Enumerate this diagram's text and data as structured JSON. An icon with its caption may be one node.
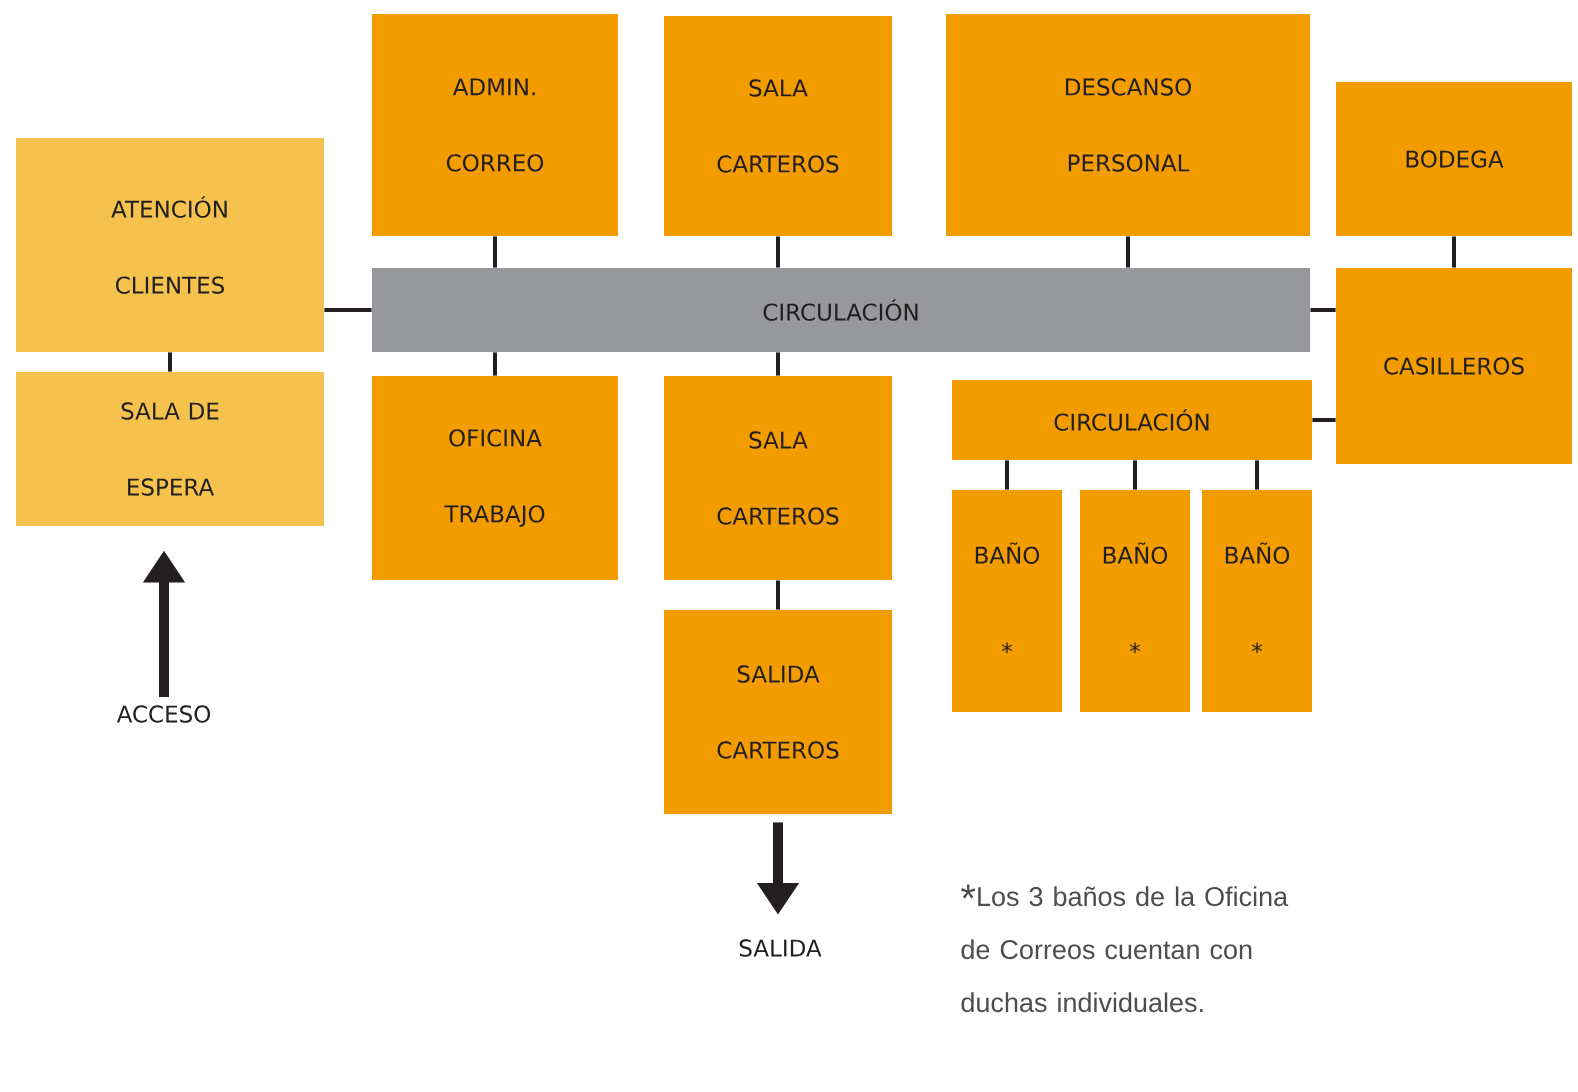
{
  "diagram": {
    "nodes": [
      {
        "text": [
          "ATENCIÓN CLIENTES"
        ]
      },
      {
        "text": [
          "SALA DE ESPERA"
        ]
      },
      {
        "text": [
          "ADMIN. CORREO"
        ]
      },
      {
        "text": [
          "SALA CARTEROS"
        ]
      },
      {
        "text": [
          "DESCANSO PERSONAL"
        ]
      },
      {
        "text": [
          "BODEGA"
        ]
      },
      {
        "text": [
          "CIRCULACIÓN"
        ]
      },
      {
        "text": [
          "CASILLEROS"
        ]
      },
      {
        "text": [
          "OFICINA TRABAJO"
        ]
      },
      {
        "text": [
          "SALA CARTEROS"
        ]
      },
      {
        "text": [
          "CIRCULACIÓN"
        ]
      },
      {
        "text": [
          "BAÑO",
          "*"
        ]
      },
      {
        "text": [
          "BAÑO",
          "*"
        ]
      },
      {
        "text": [
          "BAÑO",
          "*"
        ]
      },
      {
        "text": [
          "SALIDA CARTEROS"
        ]
      },
      {
        "text": [
          "ACCESO"
        ]
      },
      {
        "text": [
          "SALIDA"
        ]
      }
    ],
    "edges": [
      {
        "from": 0,
        "to": 6,
        "arrow": "none"
      },
      {
        "from": 0,
        "to": 1,
        "arrow": "none"
      },
      {
        "from": 2,
        "to": 6,
        "arrow": "none"
      },
      {
        "from": 3,
        "to": 6,
        "arrow": "none"
      },
      {
        "from": 4,
        "to": 6,
        "arrow": "none"
      },
      {
        "from": 5,
        "to": 7,
        "arrow": "none"
      },
      {
        "from": 6,
        "to": 7,
        "arrow": "none"
      },
      {
        "from": 6,
        "to": 8,
        "arrow": "none"
      },
      {
        "from": 6,
        "to": 9,
        "arrow": "none"
      },
      {
        "from": 9,
        "to": 14,
        "arrow": "none"
      },
      {
        "from": 10,
        "to": 7,
        "arrow": "none"
      },
      {
        "from": 10,
        "to": 11,
        "arrow": "none"
      },
      {
        "from": 10,
        "to": 12,
        "arrow": "none"
      },
      {
        "from": 10,
        "to": 13,
        "arrow": "none"
      },
      {
        "from": 15,
        "to": 1,
        "arrow": "to",
        "style": "thick"
      },
      {
        "from": 14,
        "to": 16,
        "arrow": "to",
        "style": "thick"
      }
    ],
    "labels": [
      "*",
      "Los 3 baños de la Oficina de Correos cuentan con duchas individuales."
    ]
  }
}
